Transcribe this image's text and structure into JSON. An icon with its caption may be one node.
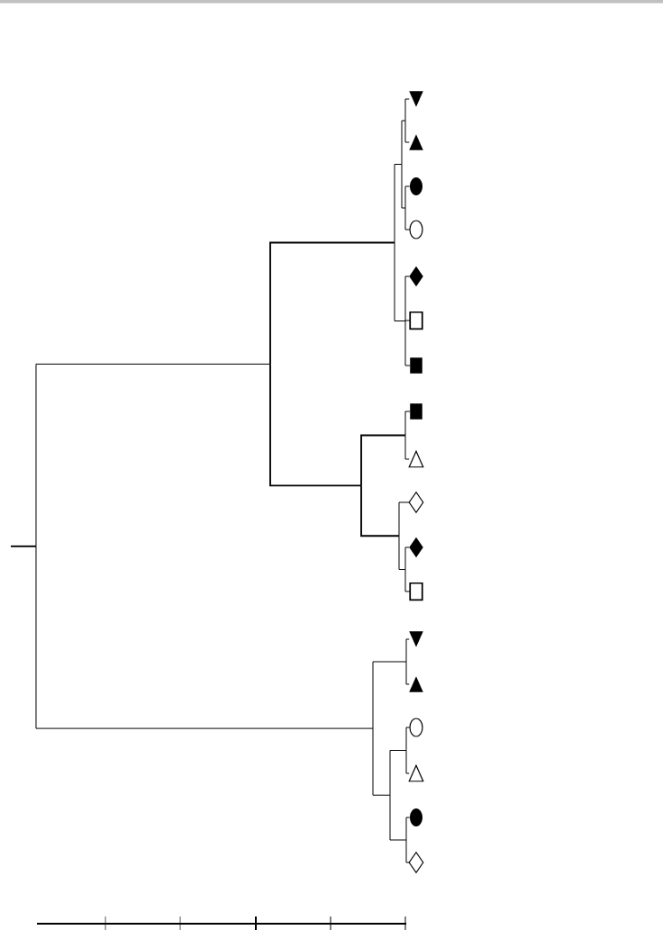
{
  "diagram": {
    "nodes": [
      {
        "text": [],
        "shape": "inverted-triangle"
      },
      {
        "text": [],
        "shape": "filled-triangle"
      },
      {
        "text": [],
        "shape": "dot"
      },
      {
        "text": [],
        "shape": "circle"
      },
      {
        "text": [],
        "shape": "filled-diamond"
      },
      {
        "text": [],
        "shape": "square"
      },
      {
        "text": [],
        "shape": "filled-square"
      },
      {
        "text": [],
        "shape": "filled-square"
      },
      {
        "text": [],
        "shape": "triangle"
      },
      {
        "text": [],
        "shape": "diamond"
      },
      {
        "text": [],
        "shape": "filled-diamond"
      },
      {
        "text": [],
        "shape": "square"
      },
      {
        "text": [],
        "shape": "inverted-triangle"
      },
      {
        "text": [],
        "shape": "filled-triangle"
      },
      {
        "text": [],
        "shape": "circle"
      },
      {
        "text": [],
        "shape": "triangle"
      },
      {
        "text": [],
        "shape": "dot"
      },
      {
        "text": [],
        "shape": "diamond"
      }
    ],
    "edges": [
      {
        "from": null,
        "to": 0,
        "arrow": "none"
      },
      {
        "from": null,
        "to": 1,
        "arrow": "none"
      },
      {
        "from": null,
        "to": 2,
        "arrow": "none"
      },
      {
        "from": null,
        "to": 3,
        "arrow": "none"
      },
      {
        "from": null,
        "to": 4,
        "arrow": "none"
      },
      {
        "from": null,
        "to": 5,
        "arrow": "none"
      },
      {
        "from": null,
        "to": 6,
        "arrow": "none"
      },
      {
        "from": null,
        "to": 7,
        "arrow": "none"
      },
      {
        "from": null,
        "to": 8,
        "arrow": "none"
      },
      {
        "from": null,
        "to": 9,
        "arrow": "none"
      },
      {
        "from": null,
        "to": 10,
        "arrow": "none"
      },
      {
        "from": null,
        "to": 11,
        "arrow": "none"
      },
      {
        "from": null,
        "to": 12,
        "arrow": "none"
      },
      {
        "from": null,
        "to": 13,
        "arrow": "none"
      },
      {
        "from": null,
        "to": 14,
        "arrow": "none"
      },
      {
        "from": null,
        "to": 15,
        "arrow": "none"
      },
      {
        "from": null,
        "to": 16,
        "arrow": "none"
      },
      {
        "from": null,
        "to": 17,
        "arrow": "none"
      }
    ]
  }
}
